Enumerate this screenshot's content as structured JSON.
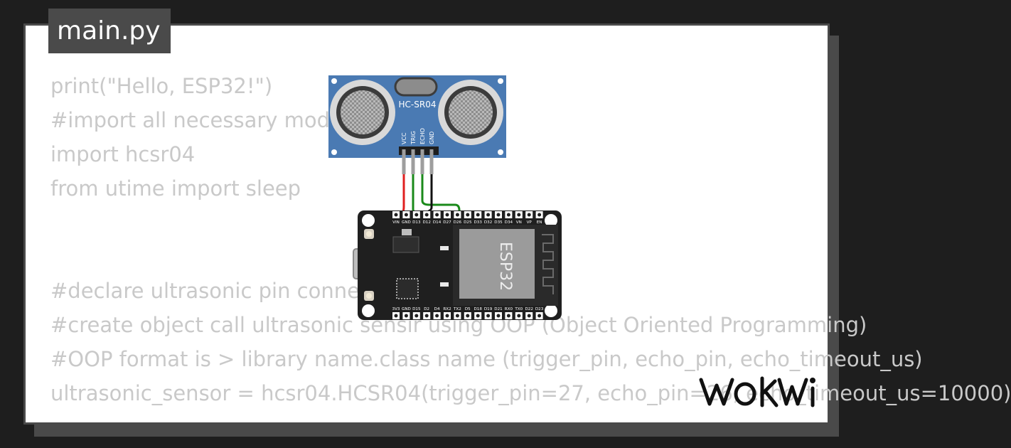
{
  "file_tab": {
    "label": "main.py"
  },
  "code_lines": [
    "print(\"Hello, ESP32!\")",
    "#import all necessary modules",
    "import hcsr04",
    "from utime import sleep",
    "",
    "",
    "#declare ultrasonic pin connection",
    "#create object call ultrasonic sensir using OOP (Object Oriented Programming)",
    "#OOP format is > library name.class name (trigger_pin, echo_pin, echo_timeout_us)",
    "ultrasonic_sensor = hcsr04.HCSR04(trigger_pin=27, echo_pin=26, echo_timeout_us=10000)"
  ],
  "sensor": {
    "label": "HC-SR04",
    "pins": [
      "VCC",
      "TRIG",
      "ECHO",
      "GND"
    ]
  },
  "esp32": {
    "label": "ESP32",
    "top_pins": [
      "VIN",
      "GND",
      "D13",
      "D12",
      "D14",
      "D27",
      "D26",
      "D25",
      "D33",
      "D32",
      "D35",
      "D34",
      "VN",
      "VP",
      "EN"
    ],
    "bottom_pins": [
      "3V3",
      "GND",
      "D15",
      "D2",
      "D4",
      "RX2",
      "TX2",
      "D5",
      "D18",
      "D19",
      "D21",
      "RX0",
      "TX0",
      "D22",
      "D23"
    ]
  },
  "brand": {
    "logo_text": "WOKWI"
  },
  "colors": {
    "card_border": "#4a4a4a",
    "code_text": "#c9c9c9",
    "sensor_board": "#4a7ab3",
    "esp32_board": "#1f1f1f",
    "chip": "#9b9b9b",
    "wire_vcc": "#e02020",
    "wire_gnd": "#111111",
    "wire_signal": "#1a8a1a"
  }
}
